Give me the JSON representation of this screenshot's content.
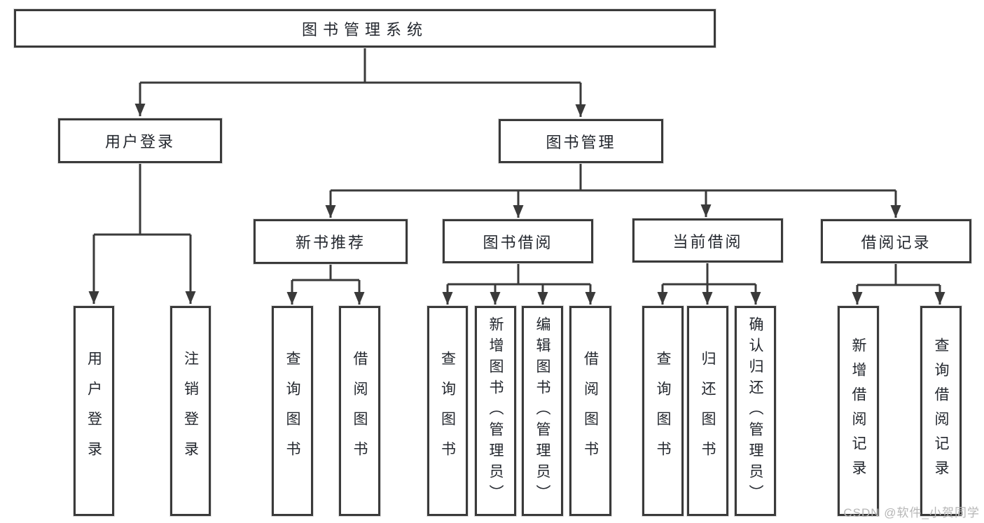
{
  "page": {
    "background": "#ffffff"
  },
  "colors": {
    "line": "#3a3a3a",
    "border": "#3a3a3a",
    "text": "#23272e",
    "watermark": "#b6b6b6"
  },
  "tree": {
    "root": "图书管理系统",
    "login": {
      "label": "用户登录",
      "children": [
        "用户登录",
        "注销登录"
      ]
    },
    "manage": {
      "label": "图书管理",
      "groups": [
        {
          "label": "新书推荐",
          "children": [
            "查询图书",
            "借阅图书"
          ]
        },
        {
          "label": "图书借阅",
          "children": [
            "查询图书",
            "新增图书（管理员）",
            "编辑图书（管理员）",
            "借阅图书"
          ]
        },
        {
          "label": "当前借阅",
          "children": [
            "查询图书",
            "归还图书",
            "确认归还（管理员）"
          ]
        },
        {
          "label": "借阅记录",
          "children": [
            "新增借阅记录",
            "查询借阅记录"
          ]
        }
      ]
    }
  },
  "watermark": "CSDN @软件_小贺同学"
}
